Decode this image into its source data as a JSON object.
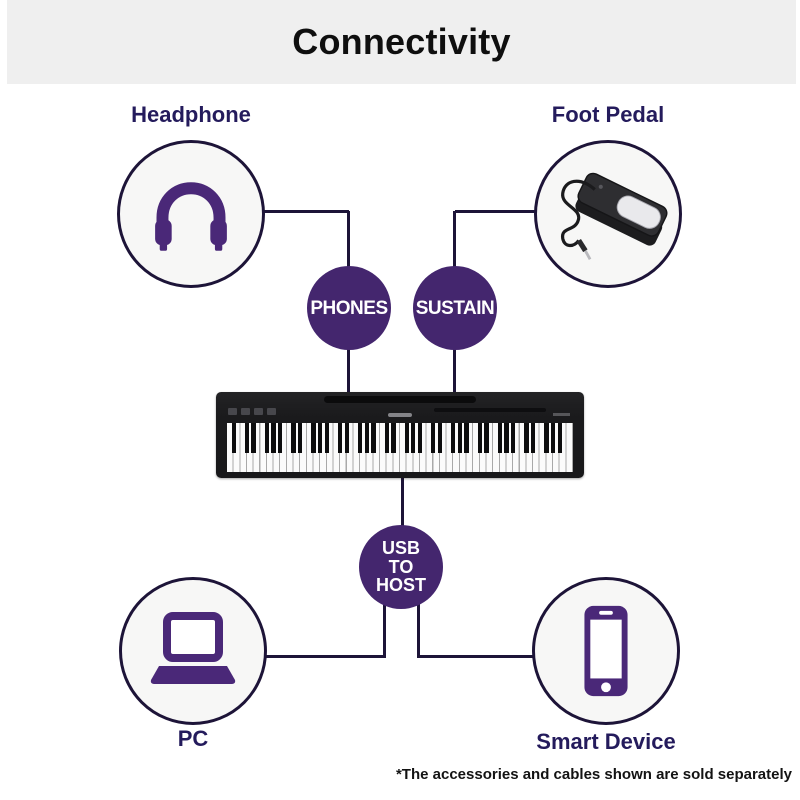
{
  "colors": {
    "banner-bg": "#efefef",
    "title-color": "#0f0f0f",
    "label-color": "#241b5c",
    "line-color": "#1d1438",
    "badge-bg": "#44266e",
    "badge-text": "#ffffff",
    "icon-color": "#4a2878",
    "circle-fill": "#f7f7f6"
  },
  "header": {
    "title": "Connectivity"
  },
  "diagram": {
    "nodes": [
      {
        "id": "headphone",
        "label": "Headphone",
        "icon": "headphone-icon"
      },
      {
        "id": "foot-pedal",
        "label": "Foot Pedal",
        "icon": "sustain-pedal-icon"
      },
      {
        "id": "pc",
        "label": "PC",
        "icon": "laptop-icon"
      },
      {
        "id": "smart-device",
        "label": "Smart Device",
        "icon": "smartphone-icon"
      }
    ],
    "ports": [
      {
        "id": "phones",
        "label": "PHONES"
      },
      {
        "id": "sustain",
        "label": "SUSTAIN"
      },
      {
        "id": "usb-to-host",
        "label": "USB TO HOST",
        "lines": [
          "USB",
          "TO",
          "HOST"
        ]
      }
    ]
  },
  "footnote": "*The accessories and cables shown are sold separately"
}
